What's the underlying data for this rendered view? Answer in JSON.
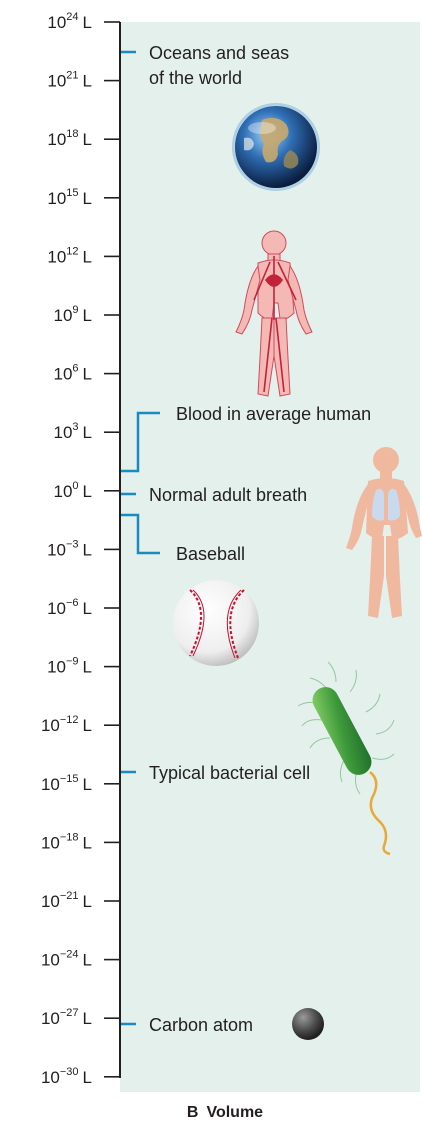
{
  "caption": {
    "letter": "B",
    "title": "Volume"
  },
  "unit": "L",
  "ticks": [
    {
      "base": "10",
      "exp": "24"
    },
    {
      "base": "10",
      "exp": "21"
    },
    {
      "base": "10",
      "exp": "18"
    },
    {
      "base": "10",
      "exp": "15"
    },
    {
      "base": "10",
      "exp": "12"
    },
    {
      "base": "10",
      "exp": "9"
    },
    {
      "base": "10",
      "exp": "6"
    },
    {
      "base": "10",
      "exp": "3"
    },
    {
      "base": "10",
      "exp": "0"
    },
    {
      "base": "10",
      "exp": "−3"
    },
    {
      "base": "10",
      "exp": "−6"
    },
    {
      "base": "10",
      "exp": "−9"
    },
    {
      "base": "10",
      "exp": "−12"
    },
    {
      "base": "10",
      "exp": "−15"
    },
    {
      "base": "10",
      "exp": "−18"
    },
    {
      "base": "10",
      "exp": "−21"
    },
    {
      "base": "10",
      "exp": "−24"
    },
    {
      "base": "10",
      "exp": "−27"
    },
    {
      "base": "10",
      "exp": "−30"
    }
  ],
  "items": {
    "oceans": {
      "lines": [
        "Oceans and seas",
        "of the world"
      ]
    },
    "blood": {
      "label": "Blood in average human"
    },
    "breath": {
      "label": "Normal adult breath"
    },
    "baseball": {
      "label": "Baseball"
    },
    "bacteria": {
      "label": "Typical bacterial cell"
    },
    "carbon": {
      "label": "Carbon atom"
    }
  },
  "colors": {
    "panel": "#e3f0ec",
    "axis": "#231f20",
    "marker": "#1b8ac0"
  }
}
